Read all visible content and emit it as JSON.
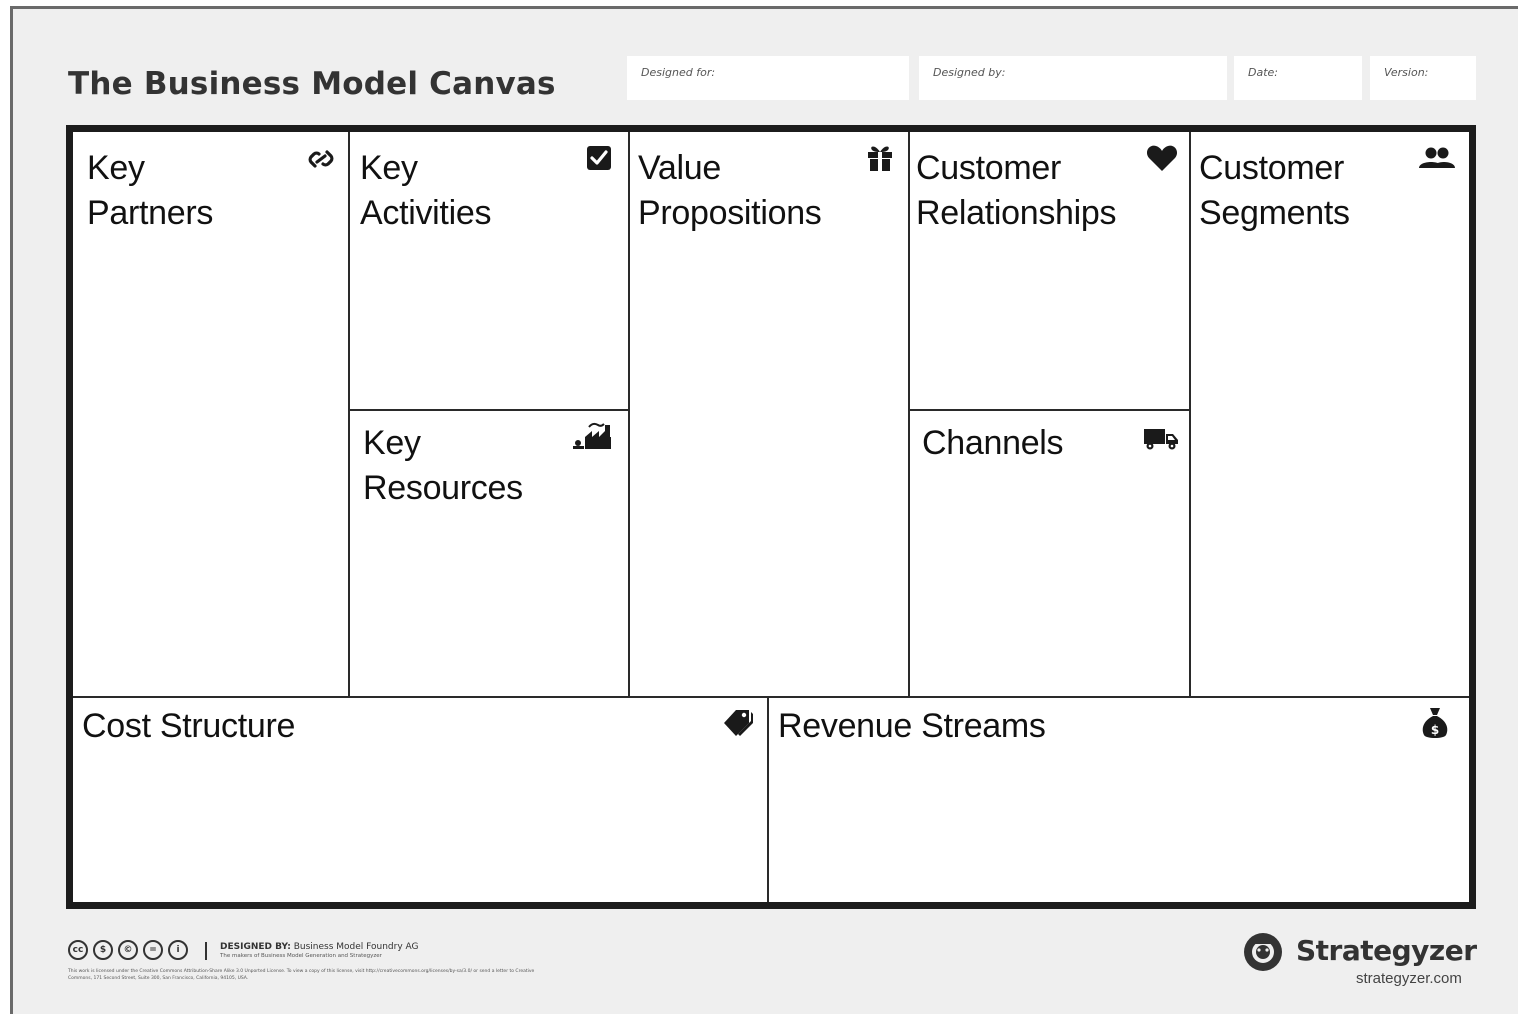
{
  "header": {
    "title": "The Business Model Canvas",
    "fields": [
      {
        "key": "designed_for",
        "label": "Designed for:"
      },
      {
        "key": "designed_by",
        "label": "Designed by:"
      },
      {
        "key": "date",
        "label": "Date:"
      },
      {
        "key": "version",
        "label": "Version:"
      }
    ]
  },
  "canvas": {
    "key_partners": {
      "label": "Key\nPartners",
      "icon": "link-icon"
    },
    "key_activities": {
      "label": "Key\nActivities",
      "icon": "checkbox-icon"
    },
    "key_resources": {
      "label": "Key\nResources",
      "icon": "factory-icon"
    },
    "value_propositions": {
      "label": "Value\nPropositions",
      "icon": "gift-icon"
    },
    "customer_relationships": {
      "label": "Customer\nRelationships",
      "icon": "heart-icon"
    },
    "channels": {
      "label": "Channels",
      "icon": "truck-icon"
    },
    "customer_segments": {
      "label": "Customer\nSegments",
      "icon": "people-icon"
    },
    "cost_structure": {
      "label": "Cost Structure",
      "icon": "price-tag-icon"
    },
    "revenue_streams": {
      "label": "Revenue Streams",
      "icon": "money-bag-icon"
    }
  },
  "footer": {
    "license_icons": [
      "cc",
      "by",
      "sa",
      "nd",
      "info"
    ],
    "designed_by_label": "DESIGNED BY:",
    "designed_by_value": "Business Model Foundry AG",
    "designed_by_sub": "The makers of Business Model Generation and Strategyzer",
    "license_text": "This work is licensed under the Creative Commons Attribution-Share Alike 3.0 Unported License. To view a copy of this license, visit http://creativecommons.org/licenses/by-sa/3.0/ or send a letter to Creative Commons, 171 Second Street, Suite 300, San Francisco, California, 94105, USA.",
    "brand_name": "Strategyzer",
    "brand_url": "strategyzer.com"
  },
  "colors": {
    "border": "#1c1c1c",
    "background": "#efefef",
    "icon": "#1a1a1a"
  }
}
